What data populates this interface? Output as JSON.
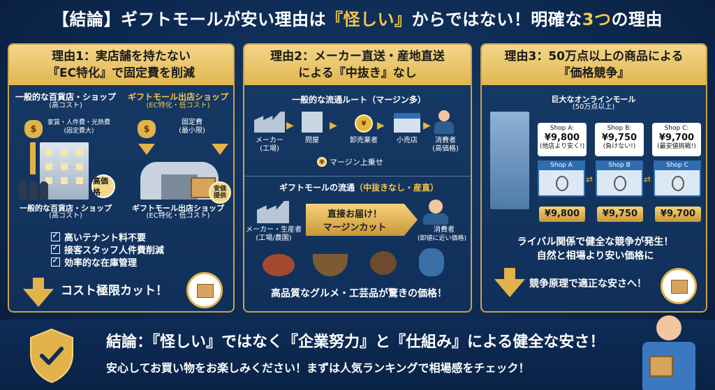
{
  "title": {
    "prefix": "【結論】ギフトモールが安い理由は",
    "emph": "『怪しい』",
    "mid": "からではない！明確な",
    "num": "3つ",
    "suffix": "の理由"
  },
  "panel1": {
    "heading_line1": "理由1：実店舗を持たない",
    "heading_line2": "『EC特化』で固定費を削減",
    "left_label": "一般的な百貨店・ショップ",
    "left_sub": "(高コスト)",
    "left_costs": "家賃・人件費・光熱費",
    "left_costs_sub": "(固定費大)",
    "left_badge": "高価格",
    "left_bottom_label": "一般的な百貨店・ショップ",
    "left_bottom_sub": "(高コスト)",
    "right_label": "ギフトモール出店ショップ",
    "right_sub": "(EC特化・低コスト)",
    "right_costs": "固定費",
    "right_costs_sub": "(最小限)",
    "right_badge_1": "安価",
    "right_badge_2": "提供",
    "right_bottom_label": "ギフトモール出店ショップ",
    "right_bottom_sub": "(EC特化・低コスト)",
    "checks": [
      "高いテナント料不要",
      "接客スタッフ人件費削減",
      "効率的な在庫管理"
    ],
    "cta": "コスト極限カット！"
  },
  "panel2": {
    "heading_line1": "理由2：メーカー直送・産地直送",
    "heading_line2": "による『中抜き』なし",
    "route1_title": "一般的な流通ルート（マージン多）",
    "route1_nodes": [
      {
        "label": "メーカー",
        "sub": "(工場)"
      },
      {
        "label": "問屋",
        "sub": ""
      },
      {
        "label": "卸売業者",
        "sub": ""
      },
      {
        "label": "小売店",
        "sub": ""
      },
      {
        "label": "消費者",
        "sub": "(高価格)"
      }
    ],
    "margin_note": "マージン上乗せ",
    "route2_title_a": "ギフトモールの流通",
    "route2_title_b": "（中抜きなし・産直）",
    "route2_left": "メーカー・生産者",
    "route2_left_sub": "(工場/農園)",
    "route2_arrow_top": "直接お届け！",
    "route2_arrow_bottom": "マージンカット",
    "route2_right": "消費者",
    "route2_right_sub": "(卸値に近い価格)",
    "caption": "高品質なグルメ・工芸品が驚きの価格！"
  },
  "panel3": {
    "heading_line1": "理由3：50万点以上の商品による",
    "heading_line2": "『価格競争』",
    "mall_label": "巨大なオンラインモール",
    "mall_sub": "(50万点以上)",
    "shops": [
      {
        "name": "Shop A",
        "tag_title": "Shop A:",
        "tag_price": "¥9,800",
        "tag_note": "(他店より安く!)",
        "price": "¥9,800"
      },
      {
        "name": "Shop B",
        "tag_title": "Shop B:",
        "tag_price": "¥9,750",
        "tag_note": "(負けない!)",
        "price": "¥9,750"
      },
      {
        "name": "Shop C",
        "tag_title": "Shop C:",
        "tag_price": "¥9,700",
        "tag_note": "(最安値挑戦!)",
        "price": "¥9,700"
      }
    ],
    "desc_line1": "ライバル関係で健全な競争が発生！",
    "desc_line2": "自然と相場より安い価格に",
    "cta": "競争原理で適正な安さへ！"
  },
  "footer": {
    "line1_prefix": "結論：",
    "line1_body": "『怪しい』ではなく『企業努力』と『仕組み』による健全な安さ！",
    "line2": "安心してお買い物をお楽しみください！まずは人気ランキングで相場感をチェック！"
  },
  "colors": {
    "accent_gold": "#f6c646",
    "panel_border": "#c9a24a",
    "background": "#0b2547"
  }
}
